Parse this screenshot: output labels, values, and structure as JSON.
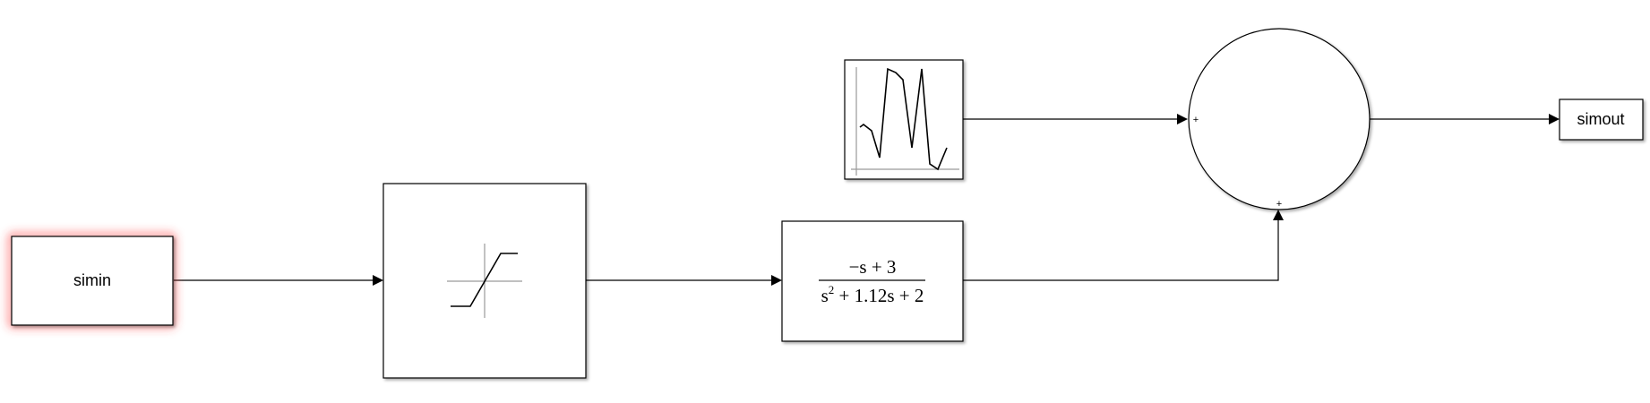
{
  "blocks": {
    "simin": {
      "label": "simin"
    },
    "simout": {
      "label": "simout"
    },
    "saturation": {
      "icon": "saturation-icon"
    },
    "transfer_function": {
      "numerator": "−s + 3",
      "denominator_base": "s",
      "denominator_exp": "2",
      "denominator_rest": " + 1.12s + 2"
    },
    "sum": {
      "sign_top": "+",
      "sign_bottom": "+"
    },
    "signal_source": {
      "icon": "signal-waveform-icon"
    }
  },
  "colors": {
    "selection_glow": "#ff3b3b",
    "wire": "#000000"
  }
}
